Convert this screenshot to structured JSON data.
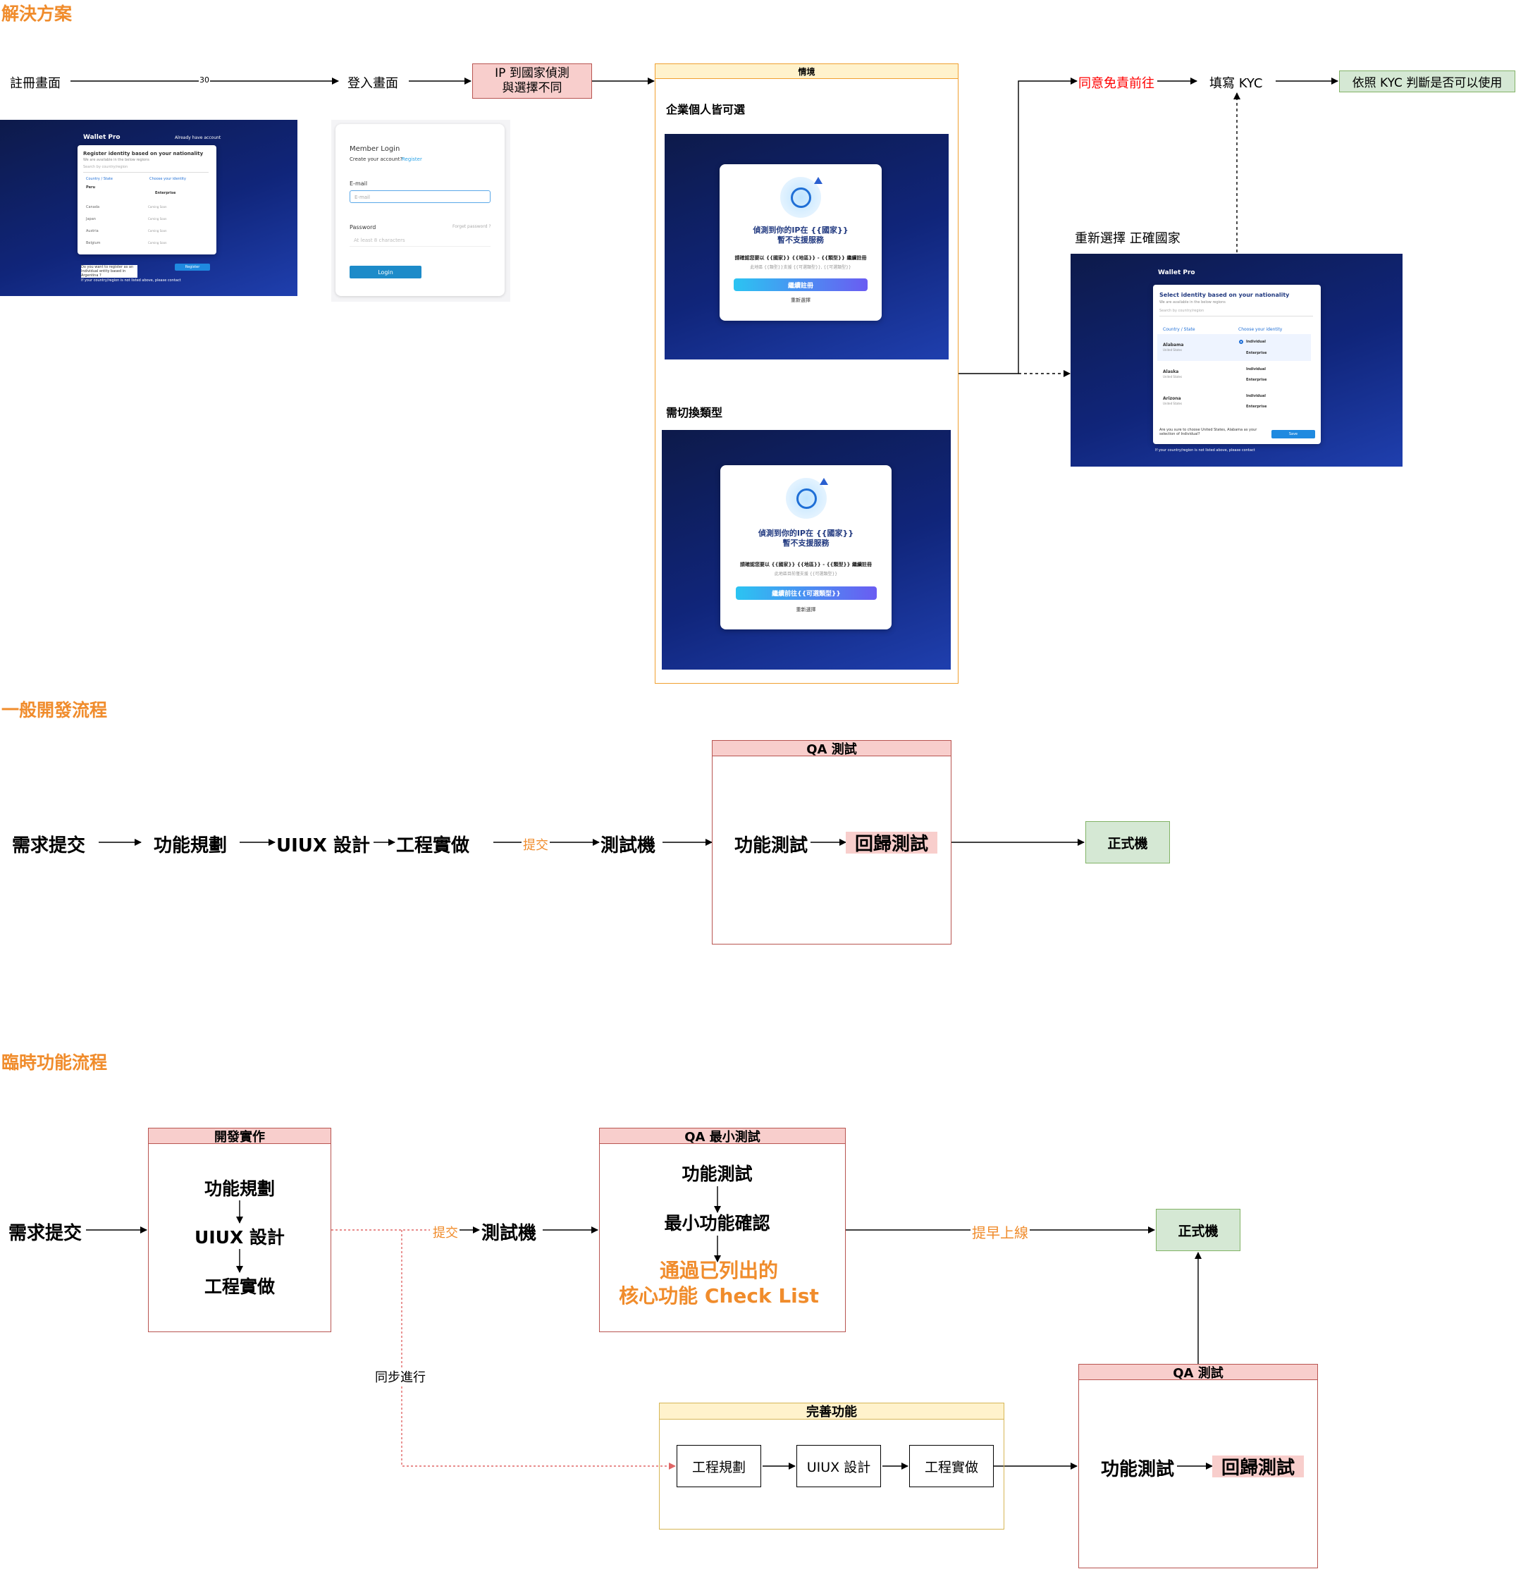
{
  "sections": {
    "solution": "解決方案",
    "general": "一般開發流程",
    "temporary": "臨時功能流程"
  },
  "solution": {
    "register": "註冊畫面",
    "edge_label": "30",
    "login": "登入畫面",
    "ip_box": "IP 到國家偵測\n與選擇不同",
    "scenario_header": "情境",
    "scenario_a": "企業個人皆可選",
    "scenario_b": "需切換類型",
    "agree": "同意免責前往",
    "kyc": "填寫 KYC",
    "kyc_result": "依照 KYC 判斷是否可以使用",
    "reselect": "重新選擇 正確國家"
  },
  "mock_register": {
    "brand": "Wallet Pro",
    "already": "Already have account",
    "title": "Register identity based on your nationality",
    "subtitle": "We are available in the below regions",
    "search": "Search by country/region",
    "col1": "Country / State",
    "col2": "Choose your identity",
    "rows": [
      "Peru",
      "Canada",
      "Japan",
      "Austria",
      "Belgium"
    ],
    "enterprise": "Enterprise",
    "coming": "Coming Soon",
    "footer": "Do you want to register as an Individual entity based in Argentina ?",
    "button": "Register",
    "contact": "If your country/region is not listed above, please contact"
  },
  "mock_login": {
    "title": "Member Login",
    "create": "Create your account?",
    "register_link": "Register",
    "email_label": "E-mail",
    "email_placeholder": "E-mail",
    "password_label": "Password",
    "forget": "Forget password ?",
    "password_placeholder": "At least 8 characters",
    "button": "Login"
  },
  "mock_popup_a": {
    "title": "偵測到你的IP在 {{國家}}\n暫不支援服務",
    "desc": "請確認您要以 {{國家}} {{地區}} - {{類型}} 繼續註冊",
    "sub": "此地區 {{類型}}支援 {{可選類型}}, {{可選類型}}",
    "primary": "繼續註冊",
    "secondary": "重新選擇"
  },
  "mock_popup_b": {
    "title": "偵測到你的IP在 {{國家}}\n暫不支援服務",
    "desc": "請確認您要以 {{國家}} {{地區}} - {{類型}} 繼續註冊",
    "sub": "此地區目前僅支援 {{可選類型}}",
    "primary": "繼續前往{{可選類型}}",
    "secondary": "重新選擇"
  },
  "mock_select": {
    "brand": "Wallet Pro",
    "title": "Select identity based on your nationality",
    "subtitle": "We are available in the below regions",
    "search": "Search by country/region",
    "col1": "Country / State",
    "col2": "Choose your identity",
    "rows": [
      {
        "name": "Alabama",
        "sub": "United States"
      },
      {
        "name": "Alaska",
        "sub": "United States"
      },
      {
        "name": "Arizona",
        "sub": "United States"
      }
    ],
    "individual": "Individual",
    "enterprise": "Enterprise",
    "confirm": "Are you sure to choose United States, Alabama as your selection of Individual?",
    "button": "Save",
    "contact": "If your country/region is not listed above, please contact"
  },
  "general": {
    "req": "需求提交",
    "plan": "功能規劃",
    "uiux": "UIUX 設計",
    "eng": "工程實做",
    "submit": "提交",
    "test_machine": "測試機",
    "qa_header": "QA 測試",
    "func_test": "功能測試",
    "regression": "回歸測試",
    "prod": "正式機"
  },
  "temporary": {
    "req": "需求提交",
    "dev_header": "開發實作",
    "plan": "功能規劃",
    "uiux": "UIUX 設計",
    "eng": "工程實做",
    "submit": "提交",
    "test_machine": "測試機",
    "qa_min_header": "QA 最小測試",
    "func_test": "功能測試",
    "min_check": "最小功能確認",
    "checklist": "通過已列出的\n核心功能 Check List",
    "early": "提早上線",
    "prod": "正式機",
    "sync": "同步進行",
    "improve_header": "完善功能",
    "eng_plan": "工程規劃",
    "uiux2": "UIUX 設計",
    "eng2": "工程實做",
    "qa_header": "QA 測試",
    "func_test2": "功能測試",
    "regression": "回歸測試"
  },
  "colors": {
    "section_title": "#f08c2c",
    "pink_fill": "#f8cecc",
    "pink_border": "#b85450",
    "green_fill": "#d5e8d4",
    "green_border": "#82b366",
    "yellow_fill": "#fff2cc",
    "yellow_border": "#d6b656",
    "orange_border": "#f0a030",
    "red_text": "#ff0000",
    "dashed_red": "#e06666"
  }
}
